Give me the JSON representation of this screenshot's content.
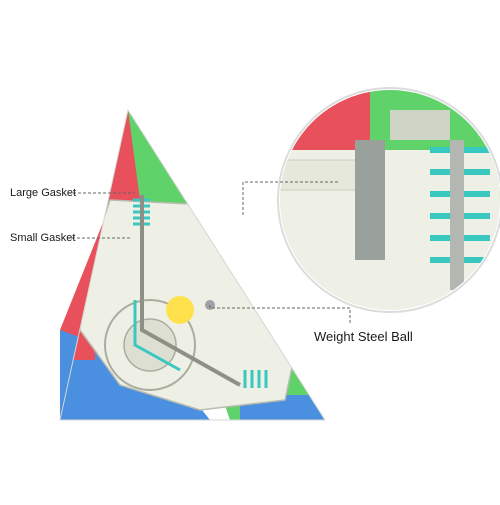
{
  "labels": {
    "large_gasket": "Large Gasket",
    "small_gasket": "Small Gasket",
    "weight_steel_ball": "Weight Steel Ball"
  },
  "colors": {
    "red": "#e8505b",
    "green": "#5fd26a",
    "yellow": "#ffe14d",
    "blue": "#4a8fe0",
    "core": "#eef0e6",
    "spring": "#39c8c0",
    "magnet": "#8a55c8"
  }
}
